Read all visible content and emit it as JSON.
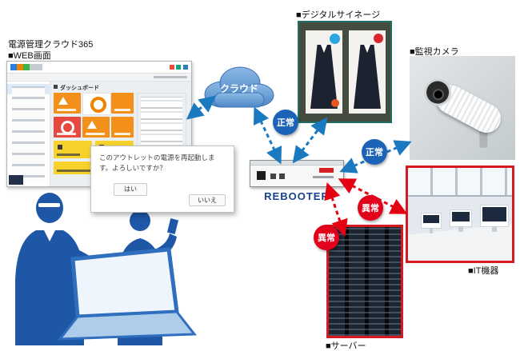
{
  "labels": {
    "system": "電源管理クラウド365",
    "web_screen": "■WEB画面"
  },
  "dashboard": {
    "title": "ダッシュボード"
  },
  "dialog": {
    "message": "このアウトレットの電源を再起動します。よろしいですか？",
    "yes_label": "はい",
    "no_label": "いいえ"
  },
  "cloud": {
    "label": "クラウド"
  },
  "rebooter": {
    "label": "REBOOTER"
  },
  "devices": {
    "signage": {
      "label": "■デジタルサイネージ",
      "status": "正常"
    },
    "camera": {
      "label": "■監視カメラ",
      "status": "正常"
    },
    "it": {
      "label": "■IT機器",
      "status": "異常"
    },
    "server": {
      "label": "■サーバー",
      "status": "異常"
    }
  },
  "colors": {
    "status_normal": "#1c63b7",
    "status_abnormal": "#e3001b",
    "arrow_blue": "#1b79c0",
    "arrow_red": "#e50012",
    "tile_orange": "#f39019",
    "tile_red": "#e8493f",
    "tile_yellow": "#f6d32b",
    "people_blue": "#1d57a5"
  }
}
